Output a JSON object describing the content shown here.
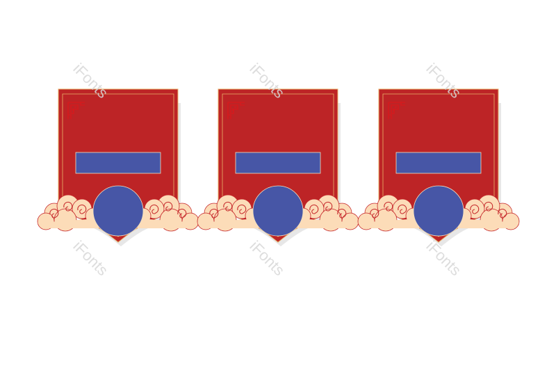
{
  "watermark": {
    "text": "iFonts",
    "color": "#d8d8d8"
  },
  "palette": {
    "banner_red": "#bd2426",
    "border_gold": "#e8b36a",
    "cloud_cream": "#fcdcb8",
    "cloud_outline": "#c52629",
    "placeholder_blue": "#4756a6",
    "corner_ornament": "#d9191c",
    "shadow": "#c9c9c9"
  },
  "badges": [
    {
      "name": "badge-1"
    },
    {
      "name": "badge-2"
    },
    {
      "name": "badge-3"
    }
  ]
}
